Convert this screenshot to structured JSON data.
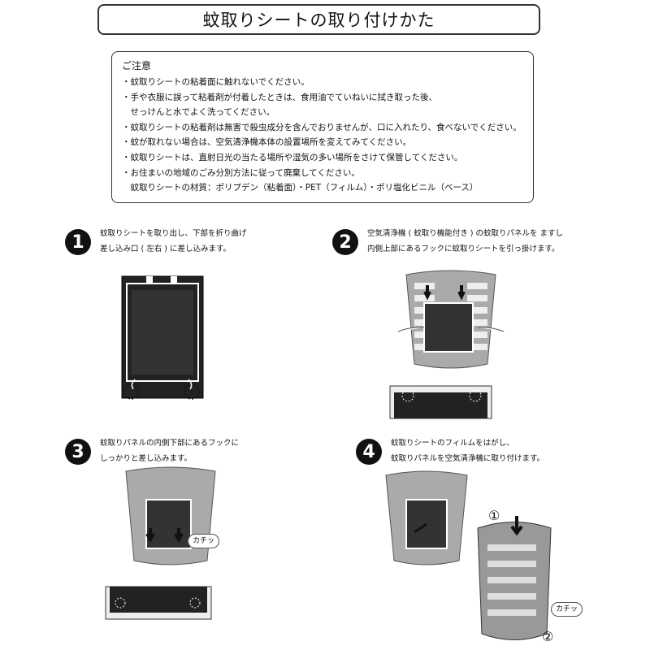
{
  "title": "蚊取りシートの取り付けかた",
  "caution": {
    "heading": "ご注意",
    "lines": [
      "・蚊取りシートの粘着面に触れないでください。",
      "・手や衣服に誤って粘着剤が付着したときは、食用油でていねいに拭き取った後、",
      "　せっけんと水でよく洗ってください。",
      "・蚊取りシートの粘着剤は無害で殺虫成分を含んでおりませんが、口に入れたり、食べないでください。",
      "・蚊が取れない場合は、空気清浄機本体の設置場所を変えてみてください。",
      "・蚊取りシートは、直射日光の当たる場所や湿気の多い場所をさけて保管してください。",
      "・お住まいの地域のごみ分別方法に従って廃棄してください。",
      "　蚊取りシートの材質：ポリプデン（粘着面）・PET（フィルム）・ポリ塩化ビニル（ベース）"
    ]
  },
  "steps": [
    {
      "num": "1",
      "text1": "蚊取りシートを取り出し、下部を折り曲げ",
      "text2": "差し込み口 ( 左右 ) に差し込みます。"
    },
    {
      "num": "2",
      "text1": "空気清浄機 ( 蚊取り機能付き ) の蚊取りパネルを ますし",
      "text2": "内側上部にあるフックに蚊取りシートを引っ掛けます。"
    },
    {
      "num": "3",
      "text1": "蚊取りパネルの内側下部にあるフックに",
      "text2": "しっかりと差し込みます。"
    },
    {
      "num": "4",
      "text1": "蚊取りシートのフィルムをはがし、",
      "text2": "蚊取りパネルを空気清浄機に取り付けます。"
    }
  ],
  "labels": {
    "click3": "カチッ",
    "click4": "カチッ",
    "circle1": "①",
    "circle2": "②"
  }
}
